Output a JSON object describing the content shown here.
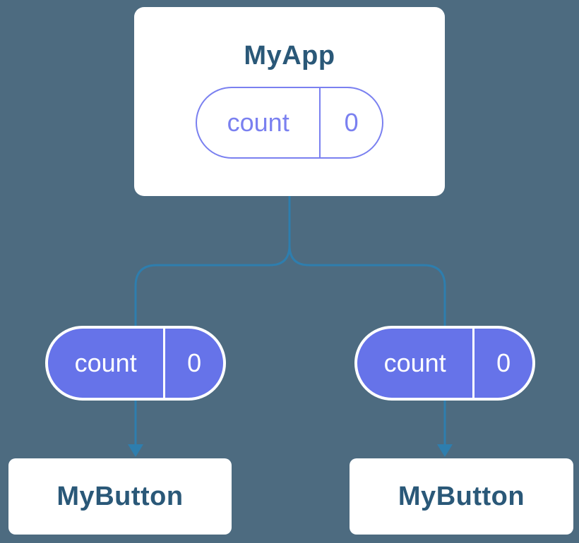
{
  "root_component": {
    "name": "MyApp",
    "state_pill": {
      "label": "count",
      "value": "0"
    }
  },
  "child_components": [
    {
      "name": "MyButton",
      "prop_pill": {
        "label": "count",
        "value": "0"
      }
    },
    {
      "name": "MyButton",
      "prop_pill": {
        "label": "count",
        "value": "0"
      }
    }
  ],
  "colors": {
    "background": "#4d6b80",
    "card_background": "#ffffff",
    "heading_text": "#2a5878",
    "pill_fill": "#6673e9",
    "pill_outline": "#7a80f0",
    "connector": "#2e7eae"
  }
}
